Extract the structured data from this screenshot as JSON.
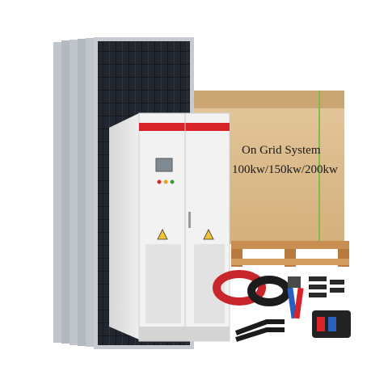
{
  "product": {
    "title": "On Grid System",
    "power_options": "100kw/150kw/200kw"
  },
  "colors": {
    "panel_frame": "#c7cbd1",
    "panel_cell": "#16181d",
    "cabinet_body": "#eeeeee",
    "cabinet_stripe": "#d9232b",
    "carton": "#d9b98a",
    "pallet": "#c98f52",
    "cable_red": "#c8262c",
    "cable_black": "#1c1c1c"
  },
  "icons": [
    "solar-panel-stack",
    "inverter-cabinet",
    "warning-sign-icon",
    "carton-box",
    "wood-pallet",
    "cable-coil-red",
    "cable-coil-black",
    "crimping-tool-icon",
    "mc4-connector-icon",
    "branch-connector-icon",
    "tool-kit-bag-icon"
  ]
}
